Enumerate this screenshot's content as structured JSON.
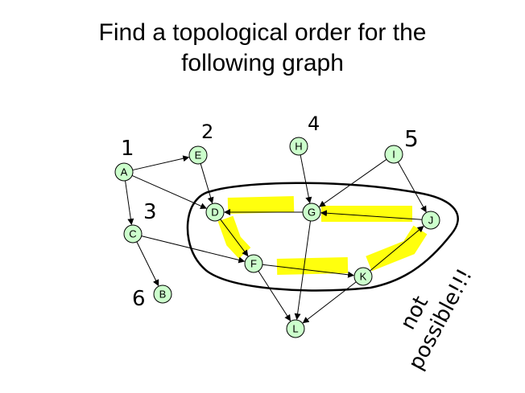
{
  "title": {
    "line1": "Find a topological order for the",
    "line2": "following graph"
  },
  "nodes": [
    {
      "id": "A",
      "label": "A"
    },
    {
      "id": "B",
      "label": "B"
    },
    {
      "id": "C",
      "label": "C"
    },
    {
      "id": "D",
      "label": "D"
    },
    {
      "id": "E",
      "label": "E"
    },
    {
      "id": "F",
      "label": "F"
    },
    {
      "id": "G",
      "label": "G"
    },
    {
      "id": "H",
      "label": "H"
    },
    {
      "id": "I",
      "label": "I"
    },
    {
      "id": "J",
      "label": "J"
    },
    {
      "id": "K",
      "label": "K"
    },
    {
      "id": "L",
      "label": "L"
    }
  ],
  "edges": [
    {
      "from": "A",
      "to": "E"
    },
    {
      "from": "A",
      "to": "D"
    },
    {
      "from": "A",
      "to": "C"
    },
    {
      "from": "E",
      "to": "D"
    },
    {
      "from": "C",
      "to": "B"
    },
    {
      "from": "C",
      "to": "F"
    },
    {
      "from": "D",
      "to": "F"
    },
    {
      "from": "G",
      "to": "D"
    },
    {
      "from": "H",
      "to": "G"
    },
    {
      "from": "I",
      "to": "G"
    },
    {
      "from": "I",
      "to": "J"
    },
    {
      "from": "J",
      "to": "G"
    },
    {
      "from": "K",
      "to": "J"
    },
    {
      "from": "F",
      "to": "K"
    },
    {
      "from": "F",
      "to": "L"
    },
    {
      "from": "G",
      "to": "L"
    },
    {
      "from": "K",
      "to": "L"
    }
  ],
  "annotations": {
    "order_numbers": [
      "1",
      "2",
      "3",
      "4",
      "5",
      "6"
    ],
    "note_line1": "not",
    "note_line2": "possible!!!"
  },
  "colors": {
    "node_fill": "#ccffcc",
    "highlight": "#ffff00",
    "ink": "#000000"
  }
}
